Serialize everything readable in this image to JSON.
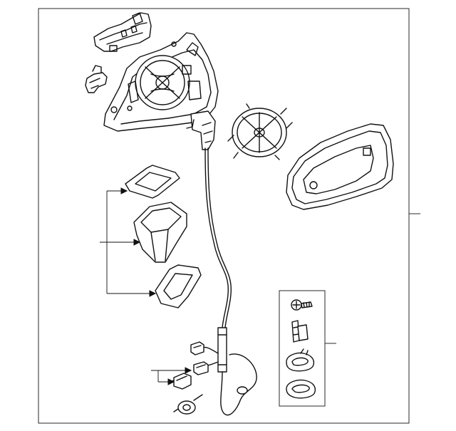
{
  "diagram": {
    "type": "exploded-parts-illustration",
    "parts": [
      "mirror-housing",
      "mounting-bracket",
      "small-clip",
      "glass-backing-plate",
      "mirror-glass",
      "trim-pad-upper",
      "cover-cap",
      "trim-pad-lower",
      "wiring-harness",
      "connector-upper",
      "connector-lower",
      "cable-tie",
      "screw",
      "retainer-clip",
      "grommet-upper",
      "grommet-lower"
    ],
    "callout_groups": [
      "trim-pads-group",
      "connectors-group",
      "hardware-kit-group",
      "mirror-assembly-group"
    ]
  }
}
